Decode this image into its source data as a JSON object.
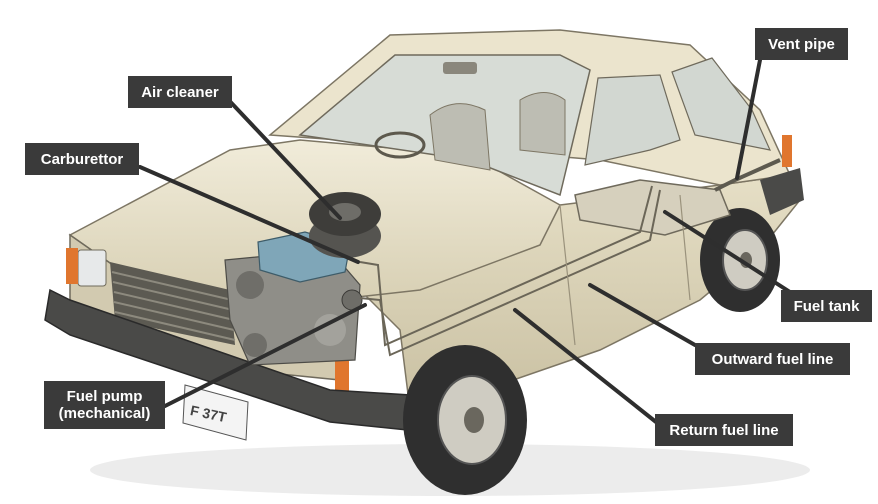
{
  "diagram": {
    "labels": {
      "air_cleaner": "Air cleaner",
      "carburettor": "Carburettor",
      "fuel_pump_line1": "Fuel pump",
      "fuel_pump_line2": "(mechanical)",
      "vent_pipe": "Vent pipe",
      "fuel_tank": "Fuel tank",
      "outward_fuel_line": "Outward fuel line",
      "return_fuel_line": "Return fuel line"
    },
    "plate_text": "F 37T",
    "colors": {
      "label_bg": "#3a3a3a",
      "label_text": "#ffffff",
      "leader_line": "#2e2e2e",
      "body_paint": "#e9e2cb",
      "carburettor": "#7fa6b8",
      "indicator": "#e0762e"
    }
  }
}
